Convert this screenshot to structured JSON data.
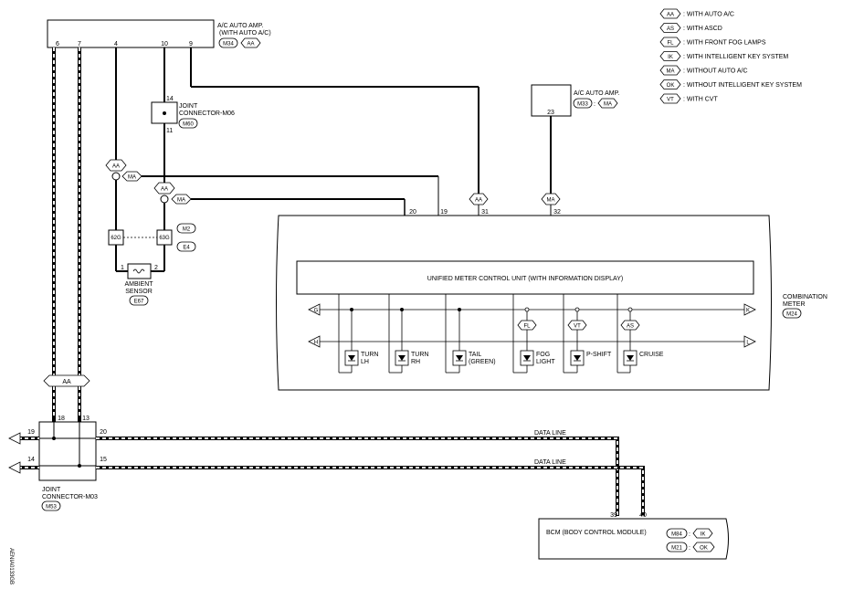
{
  "legend": [
    {
      "code": "AA",
      "text": ": WITH AUTO A/C"
    },
    {
      "code": "AS",
      "text": ": WITH ASCD"
    },
    {
      "code": "FL",
      "text": ": WITH FRONT FOG LAMPS"
    },
    {
      "code": "IK",
      "text": ": WITH INTELLIGENT KEY SYSTEM"
    },
    {
      "code": "MA",
      "text": ": WITHOUT AUTO A/C"
    },
    {
      "code": "OK",
      "text": ": WITHOUT INTELLIGENT KEY SYSTEM"
    },
    {
      "code": "VT",
      "text": ": WITH CVT"
    }
  ],
  "ac_amp_aa": {
    "line1": "A/C AUTO AMP.",
    "line2": "(WITH AUTO A/C)",
    "conn": "M34",
    "code": "AA",
    "pins": [
      "6",
      "7",
      "4",
      "10",
      "9"
    ]
  },
  "ac_amp_ma": {
    "label": "A/C AUTO AMP.",
    "conn": "M33",
    "code": "MA",
    "pin": "23"
  },
  "joint_m06": {
    "line1": "JOINT",
    "line2": "CONNECTOR-M06",
    "conn": "M60",
    "pin_top": "14",
    "pin_bottom": "11"
  },
  "joint_m03": {
    "line1": "JOINT",
    "line2": "CONNECTOR-M03",
    "conn": "M53",
    "pins": [
      "19",
      "18",
      "13",
      "20",
      "14",
      "15"
    ]
  },
  "ambient": {
    "line1": "AMBIENT",
    "line2": "SENSOR",
    "conn": "E67",
    "pin1": "1",
    "pin2": "2"
  },
  "harness": {
    "left": "62G",
    "right": "63G",
    "conn_top": "M2",
    "conn_bottom": "E4"
  },
  "meter": {
    "unit_label": "UNIFIED METER CONTROL UNIT (WITH INFORMATION DISPLAY)",
    "line1": "COMBINATION",
    "line2": "METER",
    "conn": "M24",
    "pins": [
      "20",
      "19",
      "31",
      "32"
    ],
    "bus_top_left": "G",
    "bus_top_right": "K",
    "bus_bottom_left": "H",
    "bus_bottom_right": "L",
    "indicators": [
      {
        "l1": "TURN",
        "l2": "LH",
        "code": ""
      },
      {
        "l1": "TURN",
        "l2": "RH",
        "code": ""
      },
      {
        "l1": "TAIL",
        "l2": "(GREEN)",
        "code": ""
      },
      {
        "l1": "FOG",
        "l2": "LIGHT",
        "code": "FL"
      },
      {
        "l1": "P-SHIFT",
        "l2": "",
        "code": "VT"
      },
      {
        "l1": "CRUISE",
        "l2": "",
        "code": "AS"
      }
    ]
  },
  "wire_codes": {
    "aa": "AA",
    "ma": "MA"
  },
  "data_line": "DATA LINE",
  "bcm": {
    "label": "BCM (BODY CONTROL MODULE)",
    "conn1": "M84",
    "code1": "IK",
    "conn2": "M21",
    "code2": "OK",
    "pin39": "39",
    "pin40": "40"
  },
  "side_code": "AENIA0133GB"
}
